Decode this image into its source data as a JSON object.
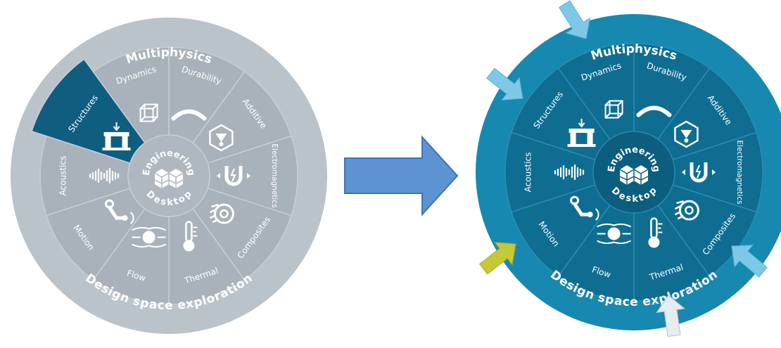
{
  "left_wheel": {
    "outer_top": "Multiphysics",
    "outer_bottom": "Design space exploration",
    "center_line1": "Engineering",
    "center_line2": "Desktop",
    "segments": [
      {
        "label": "Durability",
        "icon": "bent-beam-icon",
        "highlighted": false
      },
      {
        "label": "Additive",
        "icon": "additive-cube-icon",
        "highlighted": false
      },
      {
        "label": "Electromagnetics",
        "icon": "magnet-icon",
        "highlighted": false
      },
      {
        "label": "Composites",
        "icon": "composite-roll-icon",
        "highlighted": false
      },
      {
        "label": "Thermal",
        "icon": "thermometer-icon",
        "highlighted": false
      },
      {
        "label": "Flow",
        "icon": "flow-ball-icon",
        "highlighted": false
      },
      {
        "label": "Motion",
        "icon": "linkage-icon",
        "highlighted": false
      },
      {
        "label": "Acoustics",
        "icon": "soundwave-icon",
        "highlighted": false
      },
      {
        "label": "Structures",
        "icon": "press-icon",
        "highlighted": true
      },
      {
        "label": "Dynamics",
        "icon": "wire-cube-icon",
        "highlighted": false
      }
    ]
  },
  "right_wheel": {
    "outer_top": "Multiphysics",
    "outer_bottom": "Design space exploration",
    "center_line1": "Engineering",
    "center_line2": "Desktop",
    "segments": [
      {
        "label": "Durability",
        "icon": "bent-beam-icon"
      },
      {
        "label": "Additive",
        "icon": "additive-cube-icon"
      },
      {
        "label": "Electromagnetics",
        "icon": "magnet-icon"
      },
      {
        "label": "Composites",
        "icon": "composite-roll-icon"
      },
      {
        "label": "Thermal",
        "icon": "thermometer-icon"
      },
      {
        "label": "Flow",
        "icon": "flow-ball-icon"
      },
      {
        "label": "Motion",
        "icon": "linkage-icon"
      },
      {
        "label": "Acoustics",
        "icon": "soundwave-icon"
      },
      {
        "label": "Structures",
        "icon": "press-icon"
      },
      {
        "label": "Dynamics",
        "icon": "wire-cube-icon"
      }
    ]
  },
  "colors": {
    "left_outer": "#bac3ca",
    "left_ring": "#a9b2ba",
    "left_center": "#afb8c0",
    "left_highlight": "#0f5e80",
    "right_outer": "#1789b1",
    "right_ring": "#0f6d92",
    "right_center": "#0c5e7f",
    "transition_arrow": "#5b93d3",
    "pointer_light_blue": "#7cc8e6",
    "pointer_yellow": "#c6c838",
    "pointer_white": "#e6ecef"
  }
}
